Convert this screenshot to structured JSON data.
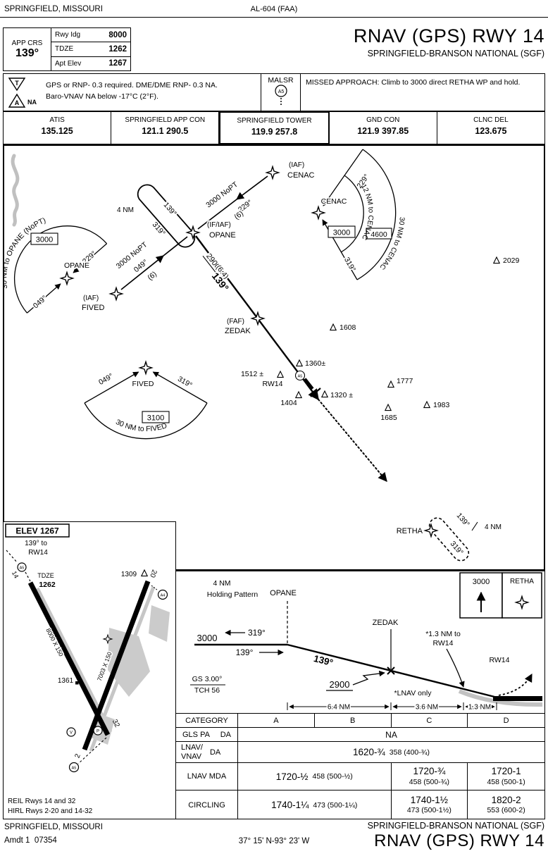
{
  "header": {
    "city": "SPRINGFIELD, MISSOURI",
    "al_number": "AL-604 (FAA)",
    "procedure": "RNAV (GPS) RWY 14",
    "airport": "SPRINGFIELD-BRANSON NATIONAL (SGF)"
  },
  "briefing": {
    "app_crs_label": "APP CRS",
    "app_crs": "139°",
    "rows": [
      {
        "label": "Rwy Idg",
        "value": "8000"
      },
      {
        "label": "TDZE",
        "value": "1262"
      },
      {
        "label": "Apt Elev",
        "value": "1267"
      }
    ]
  },
  "notes": {
    "t": "T",
    "a": "A",
    "na": "NA",
    "line1": "GPS or RNP- 0.3 required. DME/DME RNP- 0.3 NA.",
    "line2": "Baro-VNAV NA below -17°C (2°F).",
    "malsr": "MALSR",
    "malsr_symbol": "A5",
    "missed": "MISSED APPROACH: Climb to 3000 direct RETHA WP and hold."
  },
  "comms": {
    "atis": {
      "name": "ATIS",
      "freq": "135.125"
    },
    "app": {
      "name": "SPRINGFIELD APP CON",
      "freq": "121.1 290.5"
    },
    "twr": {
      "name": "SPRINGFIELD TOWER",
      "freq": "119.9 257.8"
    },
    "gnd": {
      "name": "GND CON",
      "freq": "121.9 397.85"
    },
    "clnc": {
      "name": "CLNC DEL",
      "freq": "123.675"
    }
  },
  "plan": {
    "cenac": {
      "iaf": "(IAF)",
      "name": "CENAC",
      "alt": "3000 NoPT",
      "crs": "229°",
      "dist": "(6)"
    },
    "opane": {
      "if_label": "(IF/IAF)",
      "name": "OPANE"
    },
    "hold": {
      "in_crs": "139°",
      "out_crs": "319°",
      "leg": "4 NM"
    },
    "fived": {
      "iaf": "(IAF)",
      "name": "FIVED",
      "alt": "3000 NoPT",
      "crs": "049°",
      "dist": "(6)"
    },
    "final": {
      "alt": "2900",
      "dist": "(6.4)",
      "crs": "139°"
    },
    "zedak": {
      "faf": "(FAF)",
      "name": "ZEDAK"
    },
    "taa_w": {
      "arc": "30 NM to OPANE (NoPT)",
      "alt": "3000",
      "r1": "229°",
      "r2": "049°",
      "fix": "OPANE"
    },
    "taa_e": {
      "fix": "CENAC",
      "alt1": "3000",
      "alt2": "4600",
      "r1": "229°",
      "r2": "319°",
      "arc1": "12 NM to CENAC",
      "arc2": "30 NM to CENAC"
    },
    "taa_s": {
      "fix": "FIVED",
      "r1": "049°",
      "r2": "319°",
      "alt": "3100",
      "arc": "30 NM to FIVED"
    },
    "obstacles": {
      "o2029": "2029",
      "o1608": "1608",
      "o1777": "1777",
      "o1983": "1983",
      "o1685": "1685",
      "o1360": "1360±",
      "o1512": "1512 ±",
      "o1320": "1320 ±",
      "o1404": "1404"
    },
    "rw14": "RW14",
    "a5": "A5",
    "retha": {
      "name": "RETHA",
      "in_crs": "139°",
      "out_crs": "319°",
      "leg": "4 NM"
    }
  },
  "sketch": {
    "elev": "ELEV 1267",
    "crs_line1": "139° to",
    "crs_line2": "RW14",
    "tdze_label": "TDZE",
    "tdze": "1262",
    "rwy14_dim": "8000 X 150",
    "rwy2_dim": "7003 X 150",
    "n14": "14",
    "n32": "32",
    "n2": "2",
    "n20": "20",
    "o1309": "1309",
    "o1361": "1361",
    "a4": "A4",
    "a5": "A5",
    "v": "V",
    "p": "P",
    "reil": "REIL Rwys 14 and 32",
    "hirl": "HIRL Rwys 2-20 and 14-32"
  },
  "profile": {
    "leg": "4 NM",
    "holding": "Holding Pattern",
    "opane": "OPANE",
    "zedak": "ZEDAK",
    "alt1": "3000",
    "out_crs": "319°",
    "in_crs": "139°",
    "crs": "139°",
    "alt2": "2900",
    "gs": "GS 3.00°",
    "tch": "TCH 56",
    "note13_1": "*1.3 NM to",
    "note13_2": "RW14",
    "rw14": "RW14",
    "lnav_note": "*LNAV only",
    "d1": "6.4 NM",
    "d2": "3.6 NM",
    "d3": "1.3 NM",
    "ma_alt": "3000",
    "ma_fix": "RETHA"
  },
  "minima": {
    "header": {
      "category": "CATEGORY",
      "a": "A",
      "b": "B",
      "c": "C",
      "d": "D"
    },
    "gls": {
      "label": "GLS PA",
      "da": "DA",
      "value": "NA"
    },
    "lnav_vnav": {
      "label1": "LNAV/",
      "label2": "VNAV",
      "da": "DA",
      "main": "1620-¾",
      "detail": "358 (400-¾)"
    },
    "lnav_mda": {
      "label": "LNAV MDA",
      "ab_main": "1720-½",
      "ab_detail": "458 (500-½)",
      "c_main": "1720-¾",
      "c_detail": "458 (500-¾)",
      "d_main": "1720-1",
      "d_detail": "458 (500-1)"
    },
    "circling": {
      "label": "CIRCLING",
      "ab_main": "1740-1¼",
      "ab_detail": "473 (500-1¼)",
      "c_main": "1740-1½",
      "c_detail": "473 (500-1½)",
      "d_main": "1820-2",
      "d_detail": "553 (600-2)"
    }
  },
  "footer": {
    "city": "SPRINGFIELD, MISSOURI",
    "amdt": "Amdt 1  07354",
    "coords": "37° 15' N-93° 23' W",
    "airport": "SPRINGFIELD-BRANSON NATIONAL (SGF)",
    "procedure": "RNAV (GPS) RWY 14"
  }
}
